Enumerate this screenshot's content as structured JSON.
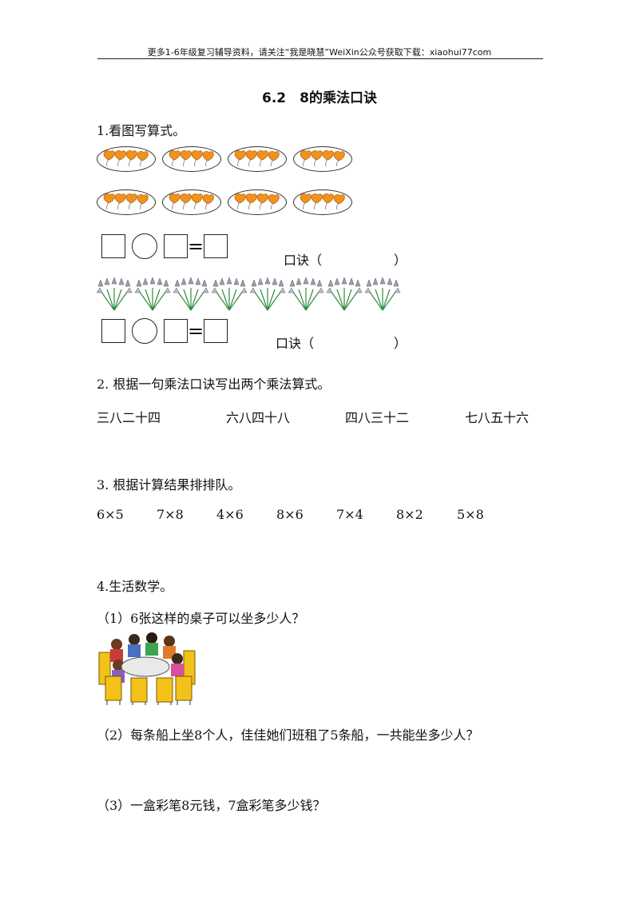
{
  "header": "更多1-6年级复习辅导资料，请关注“我是晓慧”WeiXin公众号获取下载：xiaohui77com",
  "title": "6.2　8的乘法口诀",
  "q1": {
    "title": "1.看图写算式。",
    "koujue_open": "口诀（",
    "koujue_close": "）",
    "equals": "="
  },
  "q2": {
    "title": "2.  根据一句乘法口诀写出两个乘法算式。",
    "items": [
      "三八二十四",
      "六八四十八",
      "四八三十二",
      "七八五十六"
    ]
  },
  "q3": {
    "title": "3.  根据计算结果排排队。",
    "items": [
      "6×5",
      "7×8",
      "4×6",
      "8×6",
      "7×4",
      "8×2",
      "5×8"
    ]
  },
  "q4": {
    "title": "4.生活数学。",
    "sub1": "（1）6张这样的桌子可以坐多少人？",
    "sub2": "（2）每条船上坐8个人，佳佳她们班租了5条船，一共能坐多少人？",
    "sub3": "（3）一盒彩笔8元钱，7盒彩笔多少钱？"
  },
  "colors": {
    "balloon": "#f0921e",
    "flower": "#2e8b3a",
    "petal": "#9aa0b4",
    "chair": "#f2c21b"
  }
}
